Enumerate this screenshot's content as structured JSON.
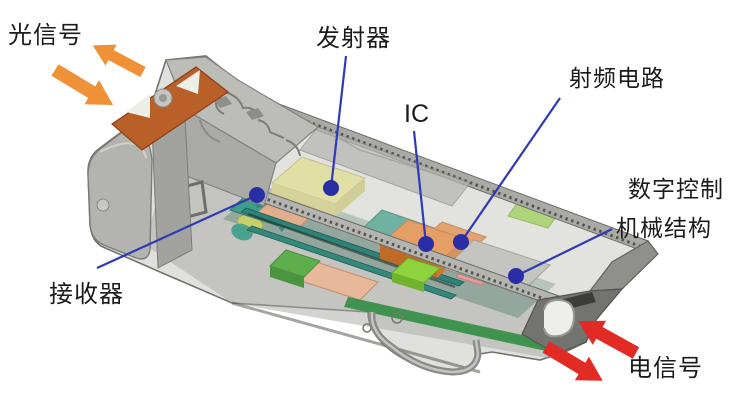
{
  "labels": {
    "optical_signal": "光信号",
    "transmitter": "发射器",
    "ic": "IC",
    "rf_circuit": "射频电路",
    "digital_control": "数字控制",
    "mechanical_structure": "机械结构",
    "receiver": "接收器",
    "electrical_signal": "电信号"
  },
  "arrows": {
    "optical": {
      "color": "#ef9137",
      "direction": "bidirectional",
      "location": "top-left"
    },
    "electrical": {
      "color": "#e22b25",
      "direction": "bidirectional",
      "location": "bottom-right"
    }
  },
  "colors": {
    "leader_line": "#2e3ab8",
    "leader_dot": "#2a2ea6",
    "optical_arrow": "#ef9137",
    "electrical_arrow": "#e22b25",
    "label_text": "#1b1b1b",
    "housing_gray": "#bcbcb8",
    "latch_orange": "#b95f28",
    "transmitter_yellow": "#dedc90",
    "ic_orange": "#e5873c",
    "tosa_teal": "#3e9e8b",
    "component_green": "#8ed23e",
    "component_salmon": "#e3ae8d",
    "component_pink": "#ee9a9a",
    "pcb_green": "#2e8c3e",
    "background": "#ffffff"
  }
}
